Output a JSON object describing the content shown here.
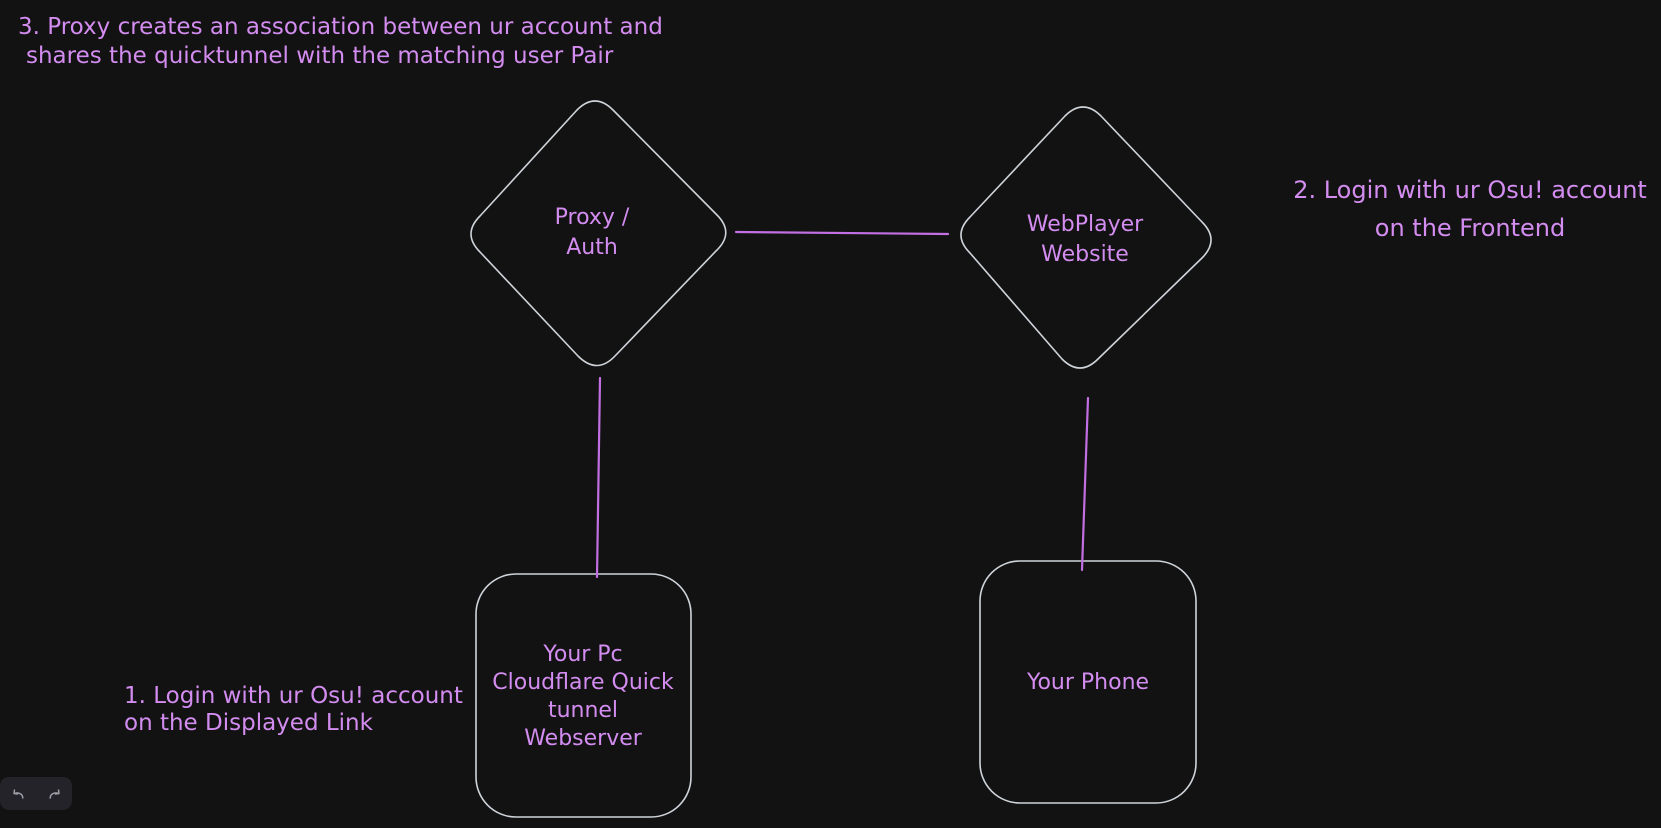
{
  "app": {
    "kind": "whiteboard-diagram",
    "theme": "dark"
  },
  "colors": {
    "bg": "#121212",
    "shape_stroke": "#ced4da",
    "accent_purple": "#d38cef",
    "connector": "#c26fe3",
    "toolbar_bg": "#232329",
    "icon": "#9c9ca6"
  },
  "annotations": {
    "step1": {
      "line1": "1. Login with ur Osu! account",
      "line2": "on the Displayed Link"
    },
    "step2": {
      "line1": "2. Login with ur Osu! account",
      "line2": "on the Frontend"
    },
    "step3": {
      "line1": "3. Proxy creates an association between ur account and",
      "line2": "shares the quicktunnel with the matching user Pair"
    }
  },
  "nodes": {
    "proxy_auth": {
      "shape": "diamond",
      "line1": "Proxy /",
      "line2": "Auth"
    },
    "webplayer": {
      "shape": "diamond",
      "line1": "WebPlayer",
      "line2": "Website"
    },
    "pc_tunnel": {
      "shape": "rounded-rectangle",
      "line1": "Your Pc",
      "line2": "Cloudflare Quick",
      "line3": "tunnel",
      "line4": "Webserver"
    },
    "phone": {
      "shape": "rounded-rectangle",
      "label": "Your Phone"
    }
  },
  "edges": [
    {
      "from": "proxy_auth",
      "to": "webplayer"
    },
    {
      "from": "proxy_auth",
      "to": "pc_tunnel"
    },
    {
      "from": "webplayer",
      "to": "phone"
    }
  ],
  "toolbar": {
    "undo": "undo",
    "redo": "redo"
  }
}
